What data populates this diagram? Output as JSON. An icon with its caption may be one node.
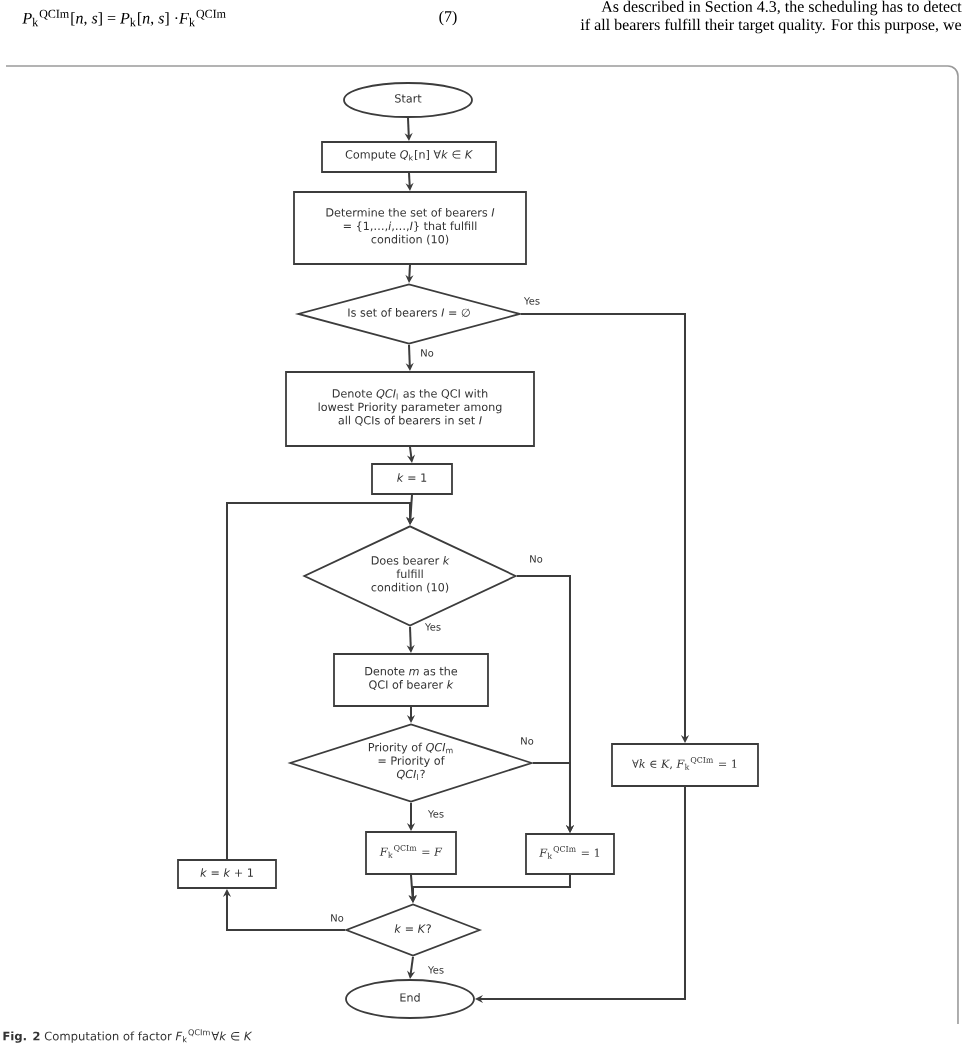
{
  "diagram": {
    "caption": "**Fig. 2** Computation of factor *F*$_{k}$$^{QCIm}$∀*k* ∈ *K*",
    "nodes": [
      {
        "text": [
          "Start"
        ]
      },
      {
        "text": [
          "Compute *Q*$_{k}$[n] ∀*k* ∈ *K*"
        ]
      },
      {
        "text": [
          "Determine the set of bearers *I* = {1,…,*i*,…,*I*} that fulfill condition (10)"
        ]
      },
      {
        "text": [
          "Is set of bearers *I* = ∅"
        ]
      },
      {
        "text": [
          "Denote *QCI*$_{l}$ as the QCI with lowest Priority parameter among all QCIs of bearers in set *I*"
        ]
      },
      {
        "text": [
          "*k* = 1"
        ]
      },
      {
        "text": [
          "Does bearer *k* fulfill condition (10)"
        ]
      },
      {
        "text": [
          "Denote *m* as the QCI of bearer *k*"
        ]
      },
      {
        "text": [
          "Priority of *QCI*$_{m}$ = Priority of *QCI*$_{l}$?"
        ]
      },
      {
        "text": [
          "*F*$_{k}$$^{QCIm}$ = *F*"
        ]
      },
      {
        "text": [
          "*F*$_{k}$$^{QCIm}$ = 1"
        ]
      },
      {
        "text": [
          "∀*k* ∈ *K*, *F*$_{k}$$^{QCIm}$ = 1"
        ]
      },
      {
        "text": [
          "*k* = *k* + 1"
        ]
      },
      {
        "text": [
          "*k* = *K*?"
        ]
      },
      {
        "text": [
          "End"
        ]
      }
    ],
    "edges": [
      {
        "from": 0,
        "to": 1,
        "arrow": "to"
      },
      {
        "from": 1,
        "to": 2,
        "arrow": "to"
      },
      {
        "from": 2,
        "to": 3,
        "arrow": "to"
      },
      {
        "from": 3,
        "to": 11,
        "arrow": "to",
        "label": "Yes"
      },
      {
        "from": 3,
        "to": 4,
        "arrow": "to",
        "label": "No"
      },
      {
        "from": 4,
        "to": 5,
        "arrow": "to"
      },
      {
        "from": 5,
        "to": 6,
        "arrow": "to"
      },
      {
        "from": 6,
        "to": 10,
        "arrow": "to",
        "label": "No"
      },
      {
        "from": 6,
        "to": 7,
        "arrow": "to",
        "label": "Yes"
      },
      {
        "from": 7,
        "to": 8,
        "arrow": "to"
      },
      {
        "from": 8,
        "to": 10,
        "arrow": "to",
        "label": "No"
      },
      {
        "from": 8,
        "to": 9,
        "arrow": "to",
        "label": "Yes"
      },
      {
        "from": 9,
        "to": 13,
        "arrow": "to"
      },
      {
        "from": 10,
        "to": 13,
        "arrow": "to"
      },
      {
        "from": 11,
        "to": 14,
        "arrow": "to"
      },
      {
        "from": 13,
        "to": 12,
        "arrow": "to",
        "label": "No"
      },
      {
        "from": 13,
        "to": 14,
        "arrow": "to",
        "label": "Yes"
      },
      {
        "from": 12,
        "to": 6,
        "arrow": "to"
      }
    ],
    "labels": [
      "*P*$_{k}$$^{QCIm}$[*n*, *s*] = *P*$_{k}$[*n*, *s*] ·*F*$_{k}$$^{QCIm}$",
      "(7)",
      "As described in Section 4.3, the scheduling has to detect",
      "if all bearers fulfill their target quality. For this purpose, we"
    ]
  }
}
